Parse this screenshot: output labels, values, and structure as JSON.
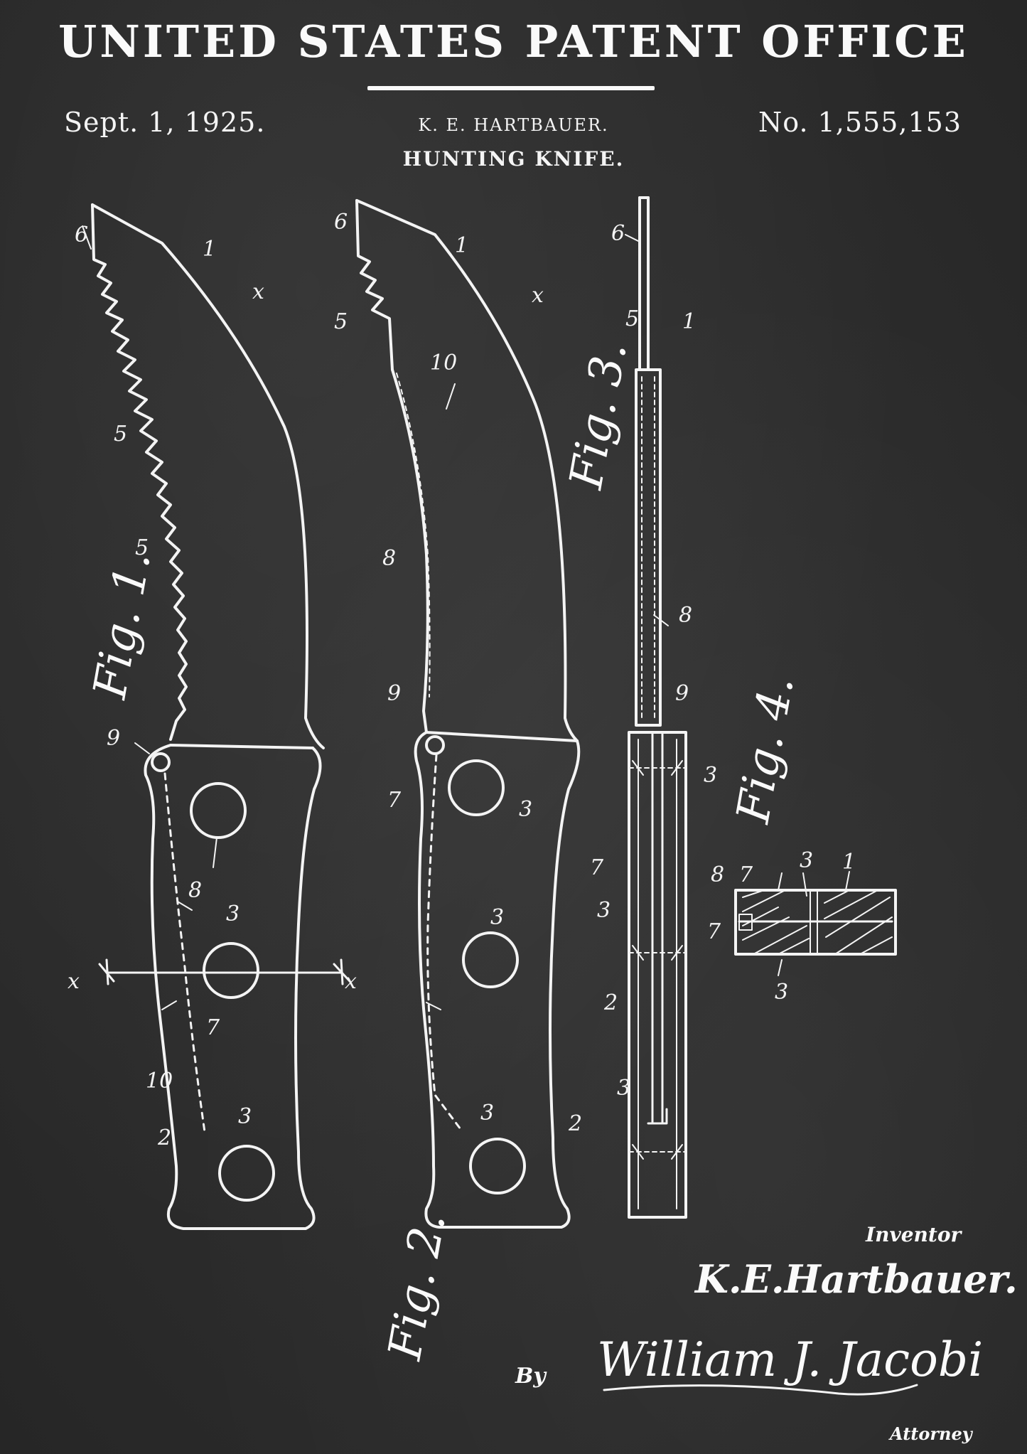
{
  "header": {
    "office_title": "UNITED STATES PATENT OFFICE",
    "date": "Sept. 1, 1925.",
    "inventor_name": "K. E. HARTBAUER.",
    "subject": "HUNTING KNIFE.",
    "patent_number": "No. 1,555,153"
  },
  "figures": {
    "fig1": "Fig. 1.",
    "fig2": "Fig. 2.",
    "fig3": "Fig. 3.",
    "fig4": "Fig. 4."
  },
  "labels": {
    "n1": "1",
    "n2": "2",
    "n3": "3",
    "n5": "5",
    "n6": "6",
    "n7": "7",
    "n8": "8",
    "n9": "9",
    "n10": "10",
    "nx": "x"
  },
  "signatures": {
    "inventor_caption": "Inventor",
    "inventor_signature": "K.E.Hartbauer.",
    "by": "By",
    "attorney_signature": "William J. Jacobi",
    "attorney_caption": "Attorney"
  },
  "colors": {
    "background": "#2b2b2b",
    "ink": "#f4f4f4"
  }
}
